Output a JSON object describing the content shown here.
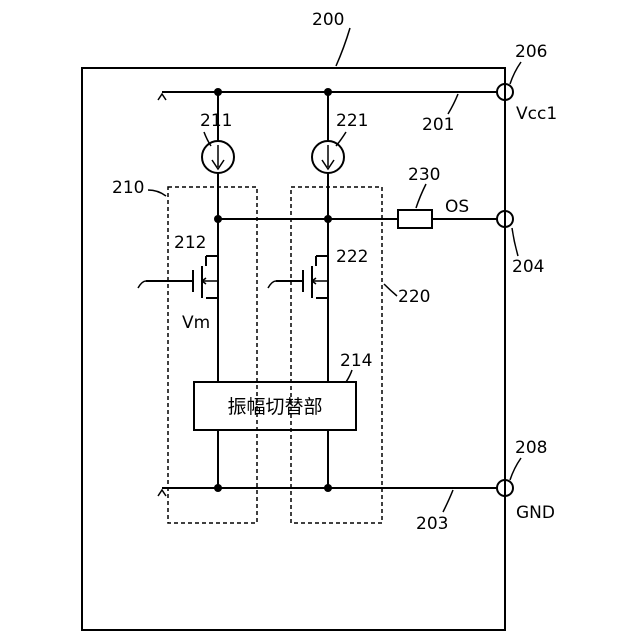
{
  "labels": {
    "device": "200",
    "vcc_line": "201",
    "gnd_line": "203",
    "os_terminal": "204",
    "vcc_terminal": "206",
    "gnd_terminal": "208",
    "block1": "210",
    "source1": "211",
    "transistor1": "212",
    "block2": "220",
    "source2": "221",
    "transistor2": "222",
    "switch_block": "214",
    "resistor": "230",
    "vcc": "Vcc1",
    "os": "OS",
    "gnd": "GND",
    "vm": "Vm",
    "switch_text": "振幅切替部"
  }
}
